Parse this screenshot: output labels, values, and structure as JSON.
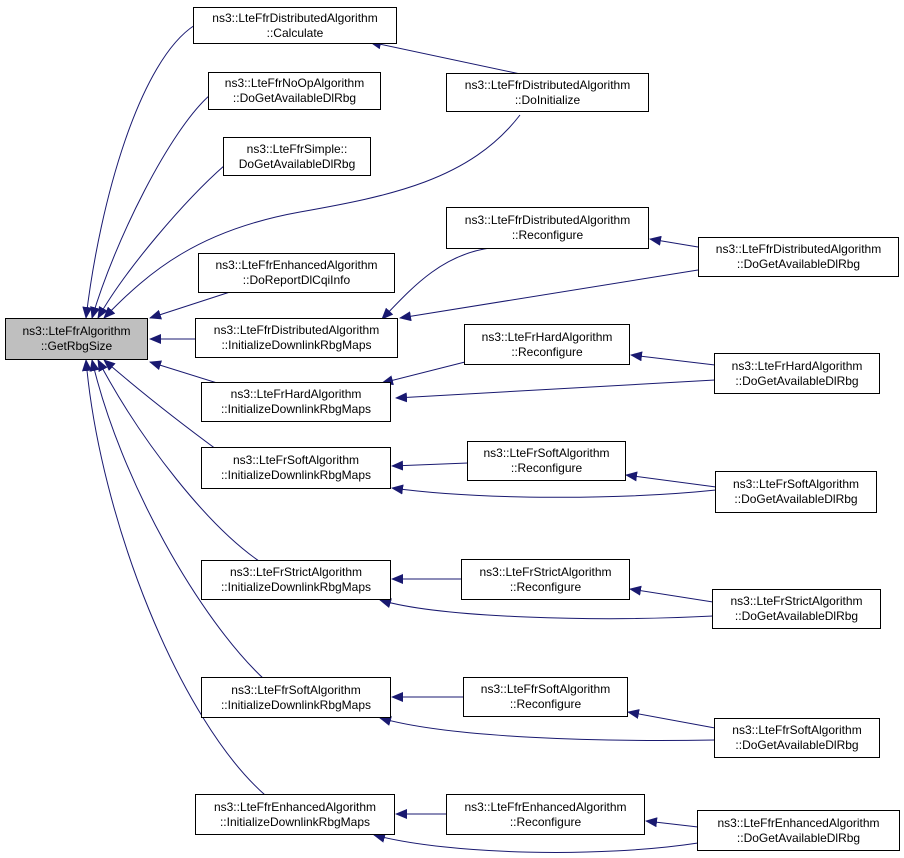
{
  "colors": {
    "edge": "#191970",
    "node_border": "#000000",
    "root_fill": "#bfbfbf"
  },
  "nodes": {
    "root": {
      "l1": "ns3::LteFfrAlgorithm",
      "l2": "::GetRbgSize"
    },
    "distCalc": {
      "l1": "ns3::LteFfrDistributedAlgorithm",
      "l2": "::Calculate"
    },
    "noop": {
      "l1": "ns3::LteFfrNoOpAlgorithm",
      "l2": "::DoGetAvailableDlRbg"
    },
    "simple": {
      "l1": "ns3::LteFfrSimple::",
      "l2": "DoGetAvailableDlRbg"
    },
    "distInit": {
      "l1": "ns3::LteFfrDistributedAlgorithm",
      "l2": "::DoInitialize"
    },
    "enhReport": {
      "l1": "ns3::LteFfrEnhancedAlgorithm",
      "l2": "::DoReportDlCqiInfo"
    },
    "distReconf": {
      "l1": "ns3::LteFfrDistributedAlgorithm",
      "l2": "::Reconfigure"
    },
    "distGet": {
      "l1": "ns3::LteFfrDistributedAlgorithm",
      "l2": "::DoGetAvailableDlRbg"
    },
    "distIDRM": {
      "l1": "ns3::LteFfrDistributedAlgorithm",
      "l2": "::InitializeDownlinkRbgMaps"
    },
    "hardReconf": {
      "l1": "ns3::LteFrHardAlgorithm",
      "l2": "::Reconfigure"
    },
    "hardIDRM": {
      "l1": "ns3::LteFrHardAlgorithm",
      "l2": "::InitializeDownlinkRbgMaps"
    },
    "hardGet": {
      "l1": "ns3::LteFrHardAlgorithm",
      "l2": "::DoGetAvailableDlRbg"
    },
    "frSoftReconf": {
      "l1": "ns3::LteFrSoftAlgorithm",
      "l2": "::Reconfigure"
    },
    "frSoftIDRM": {
      "l1": "ns3::LteFrSoftAlgorithm",
      "l2": "::InitializeDownlinkRbgMaps"
    },
    "frSoftGet": {
      "l1": "ns3::LteFrSoftAlgorithm",
      "l2": "::DoGetAvailableDlRbg"
    },
    "strictIDRM": {
      "l1": "ns3::LteFrStrictAlgorithm",
      "l2": "::InitializeDownlinkRbgMaps"
    },
    "strictReconf": {
      "l1": "ns3::LteFrStrictAlgorithm",
      "l2": "::Reconfigure"
    },
    "strictGet": {
      "l1": "ns3::LteFrStrictAlgorithm",
      "l2": "::DoGetAvailableDlRbg"
    },
    "ffrSoftIDRM": {
      "l1": "ns3::LteFfrSoftAlgorithm",
      "l2": "::InitializeDownlinkRbgMaps"
    },
    "ffrSoftReconf": {
      "l1": "ns3::LteFfrSoftAlgorithm",
      "l2": "::Reconfigure"
    },
    "ffrSoftGet": {
      "l1": "ns3::LteFfrSoftAlgorithm",
      "l2": "::DoGetAvailableDlRbg"
    },
    "enhIDRM": {
      "l1": "ns3::LteFfrEnhancedAlgorithm",
      "l2": "::InitializeDownlinkRbgMaps"
    },
    "enhReconf": {
      "l1": "ns3::LteFfrEnhancedAlgorithm",
      "l2": "::Reconfigure"
    },
    "enhGet": {
      "l1": "ns3::LteFfrEnhancedAlgorithm",
      "l2": "::DoGetAvailableDlRbg"
    }
  }
}
